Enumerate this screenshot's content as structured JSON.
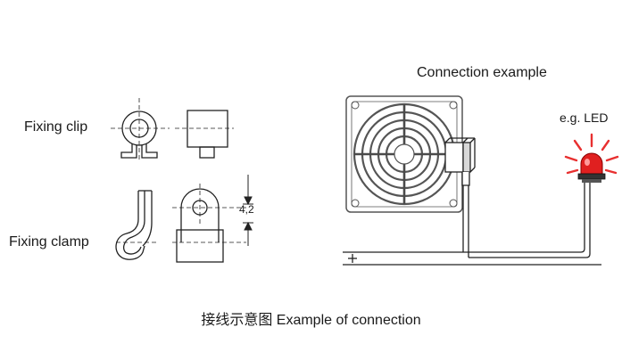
{
  "labels": {
    "fixing_clip": "Fixing clip",
    "fixing_clamp": "Fixing clamp",
    "connection_example": "Connection example",
    "led_example": "e.g. LED",
    "hole_dimension": "4,2",
    "caption": "接线示意图 Example of connection"
  },
  "colors": {
    "line": "#222222",
    "fan_grille": "#555555",
    "led_red": "#e02020",
    "led_ray": "#e83030"
  },
  "icons": {
    "fan": "fan-grille-icon",
    "sensor": "thermostat-sensor-icon",
    "led": "red-led-warning-light-icon"
  }
}
